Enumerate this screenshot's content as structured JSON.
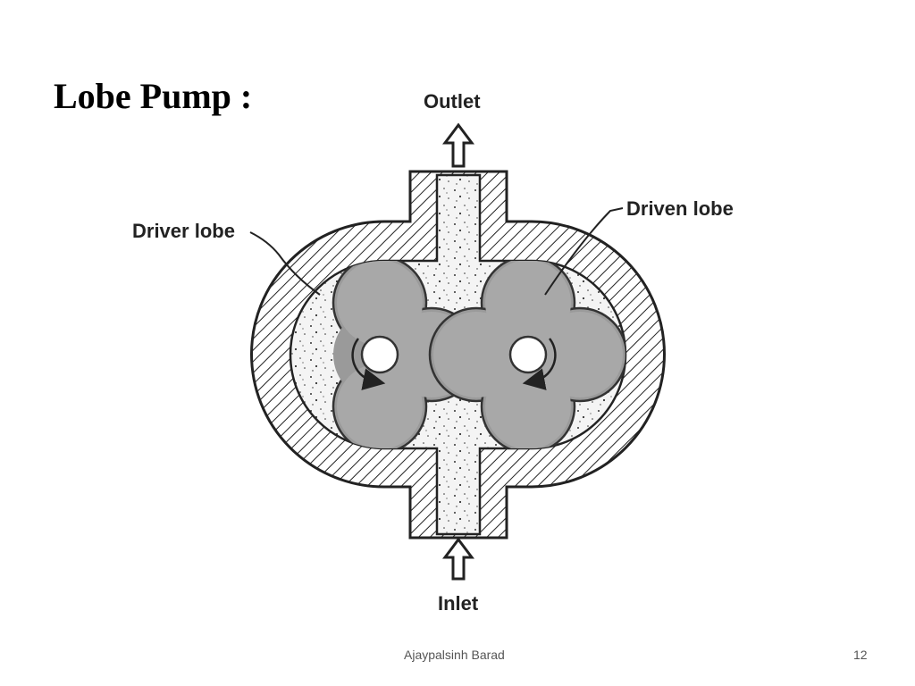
{
  "slide": {
    "title": "Lobe Pump :",
    "author": "Ajaypalsinh Barad",
    "page_number": "12"
  },
  "diagram": {
    "labels": {
      "outlet": "Outlet",
      "inlet": "Inlet",
      "driver_lobe": "Driver lobe",
      "driven_lobe": "Driven lobe"
    }
  }
}
